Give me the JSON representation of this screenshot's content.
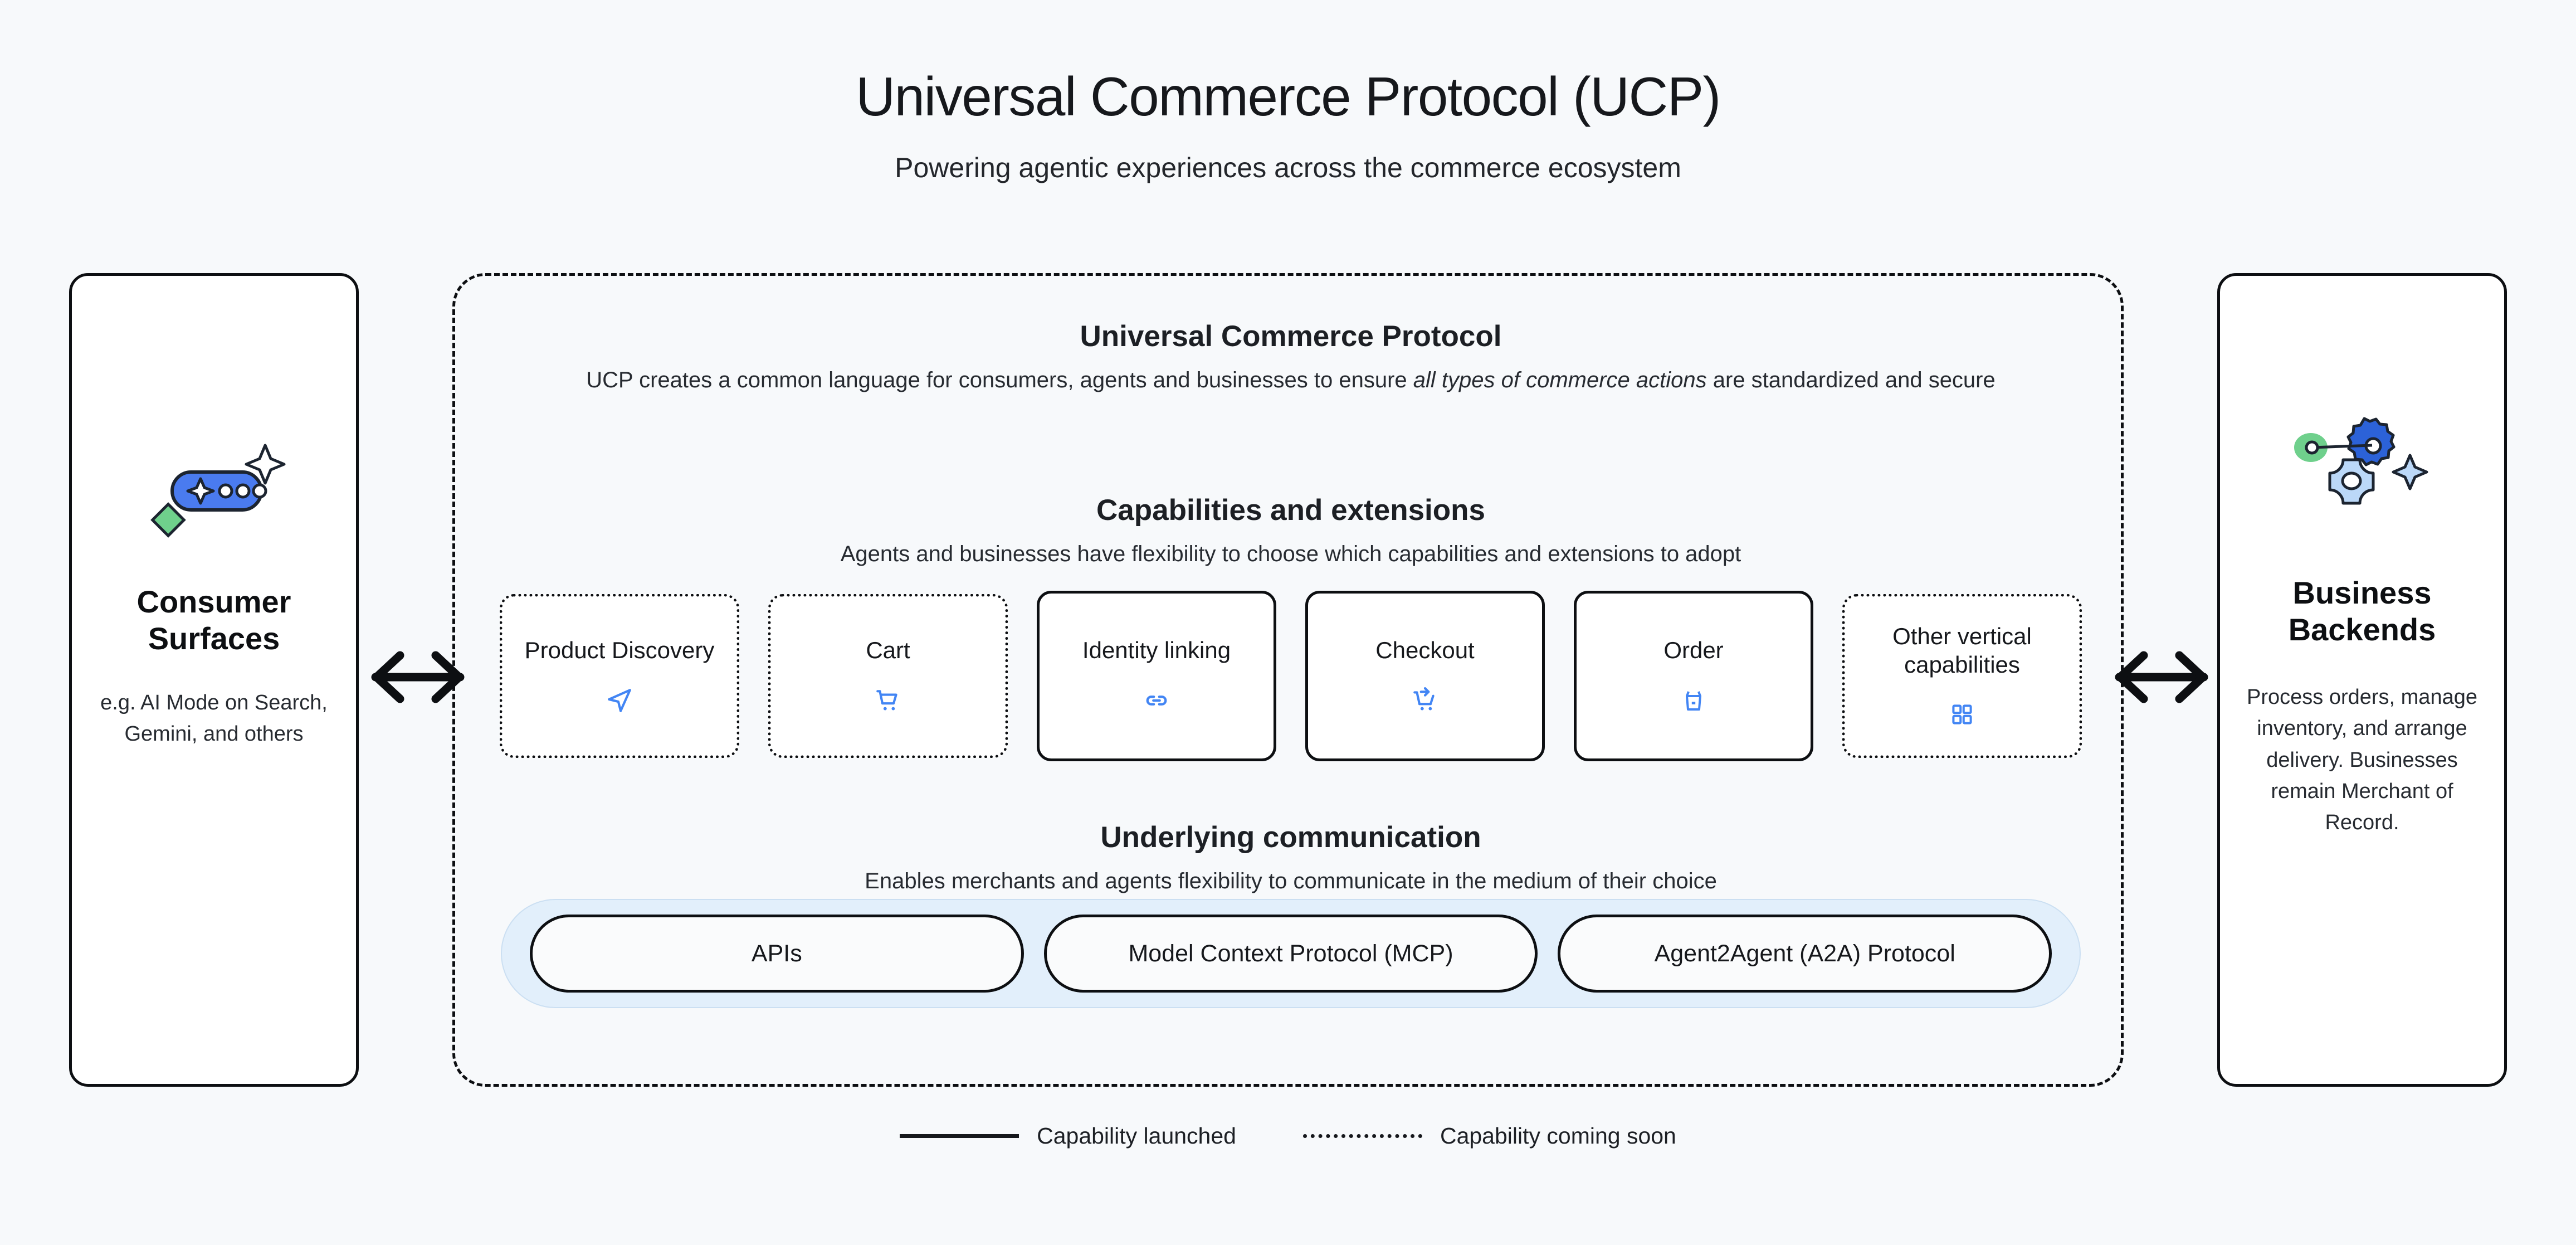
{
  "header": {
    "title": "Universal Commerce Protocol (UCP)",
    "subtitle": "Powering agentic experiences across the commerce ecosystem"
  },
  "consumer_panel": {
    "icon": "ai-chat-sparkle-icon",
    "title": "Consumer Surfaces",
    "description": "e.g. AI Mode on Search, Gemini, and others"
  },
  "business_panel": {
    "icon": "gears-sparkle-icon",
    "title": "Business Backends",
    "description": "Process orders, manage inventory, and arrange delivery. Businesses remain Merchant of Record."
  },
  "arrows": {
    "left": "bidirectional-arrow-icon",
    "right": "bidirectional-arrow-icon"
  },
  "ucp": {
    "title": "Universal Commerce Protocol",
    "description_prefix": "UCP creates a common language for consumers, agents and businesses to ensure ",
    "description_emphasis": "all types of commerce actions",
    "description_suffix": " are standardized and secure"
  },
  "capabilities_section": {
    "title": "Capabilities and extensions",
    "subtitle": "Agents and businesses have flexibility to choose which capabilities and extensions to adopt",
    "cards": [
      {
        "label": "Product Discovery",
        "status": "coming-soon",
        "icon": "navigation-arrow-icon"
      },
      {
        "label": "Cart",
        "status": "coming-soon",
        "icon": "shopping-cart-icon"
      },
      {
        "label": "Identity linking",
        "status": "launched",
        "icon": "link-chain-icon"
      },
      {
        "label": "Checkout",
        "status": "launched",
        "icon": "cart-checkout-icon"
      },
      {
        "label": "Order",
        "status": "launched",
        "icon": "shopping-bag-icon"
      },
      {
        "label": "Other vertical capabilities",
        "status": "coming-soon",
        "icon": "grid-apps-icon"
      }
    ]
  },
  "communication_section": {
    "title": "Underlying communication",
    "subtitle": "Enables merchants and agents flexibility to communicate in the medium of their choice",
    "pills": [
      {
        "label": "APIs"
      },
      {
        "label": "Model Context Protocol (MCP)"
      },
      {
        "label": "Agent2Agent (A2A) Protocol"
      }
    ]
  },
  "legend": {
    "launched_label": "Capability launched",
    "coming_soon_label": "Capability coming soon"
  },
  "colors": {
    "background": "#F7F9FB",
    "accent_blue": "#4285F4",
    "rail_blue": "#E2EFFB",
    "green": "#6FD08C",
    "ink": "#0D0F12"
  }
}
